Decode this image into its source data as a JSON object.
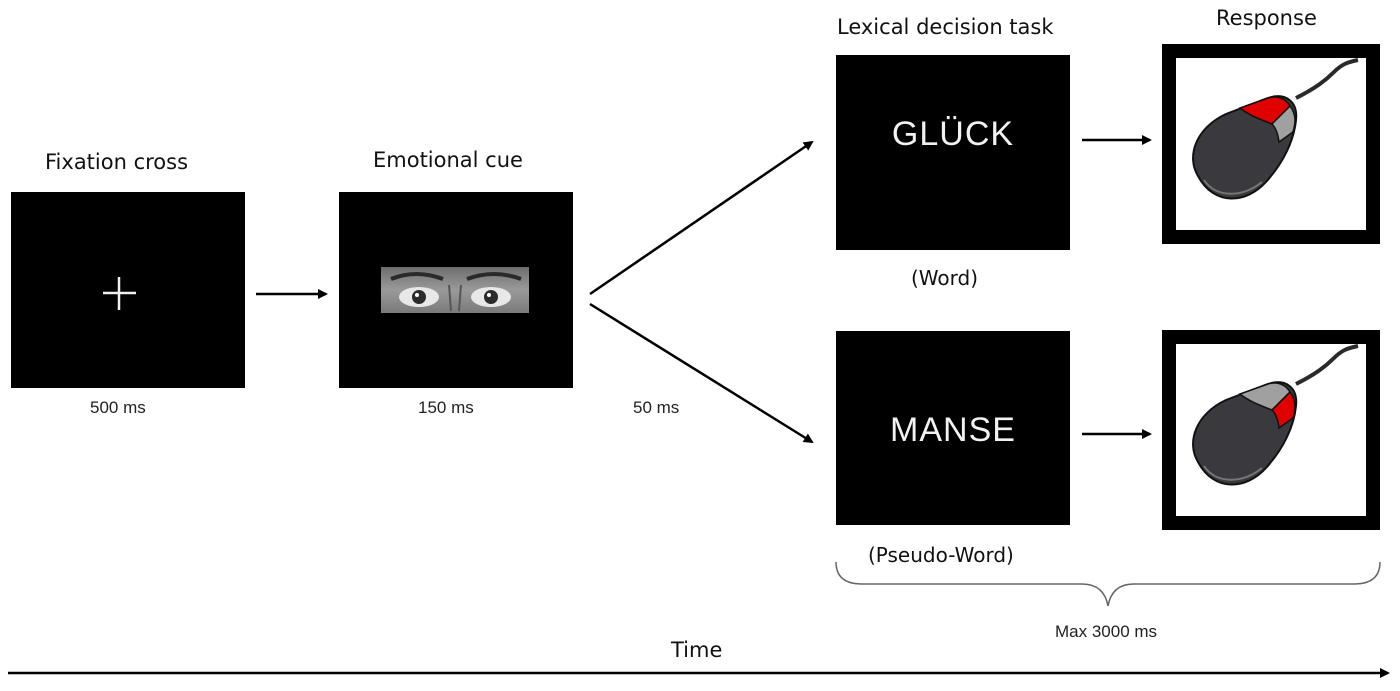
{
  "stages": {
    "fixation": {
      "title": "Fixation cross",
      "duration": "500 ms"
    },
    "cue": {
      "title": "Emotional cue",
      "duration": "150 ms"
    },
    "isi": {
      "duration": "50 ms"
    },
    "lexical": {
      "title": "Lexical decision task",
      "word": {
        "stimulus": "GLÜCK",
        "label": "(Word)"
      },
      "pseudo": {
        "stimulus": "MANSE",
        "label": "(Pseudo-Word)"
      }
    },
    "response": {
      "title": "Response"
    }
  },
  "max_duration": "Max 3000 ms",
  "time_axis_label": "Time",
  "colors": {
    "screen": "#000000",
    "mouse_button_highlight": "#e00000",
    "mouse_body": "#3a3a3e"
  }
}
